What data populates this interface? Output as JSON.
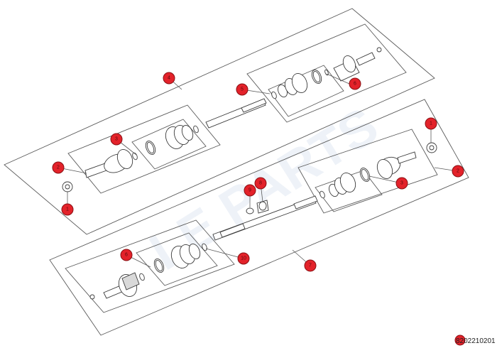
{
  "diagram_code": "8202210201",
  "callouts": [
    {
      "id": "c4",
      "label": "4"
    },
    {
      "id": "c5",
      "label": "5"
    },
    {
      "id": "c6a",
      "label": "6"
    },
    {
      "id": "c3a",
      "label": "3"
    },
    {
      "id": "c2a",
      "label": "2"
    },
    {
      "id": "c1a",
      "label": "1"
    },
    {
      "id": "c1b",
      "label": "1"
    },
    {
      "id": "c2b",
      "label": "2"
    },
    {
      "id": "c3b",
      "label": "3"
    },
    {
      "id": "c9",
      "label": "9"
    },
    {
      "id": "c8",
      "label": "8"
    },
    {
      "id": "c6b",
      "label": "6"
    },
    {
      "id": "c10",
      "label": "10"
    },
    {
      "id": "c7",
      "label": "7"
    }
  ],
  "colors": {
    "callout_fill": "#e3222a",
    "line": "#5a5a5a"
  }
}
